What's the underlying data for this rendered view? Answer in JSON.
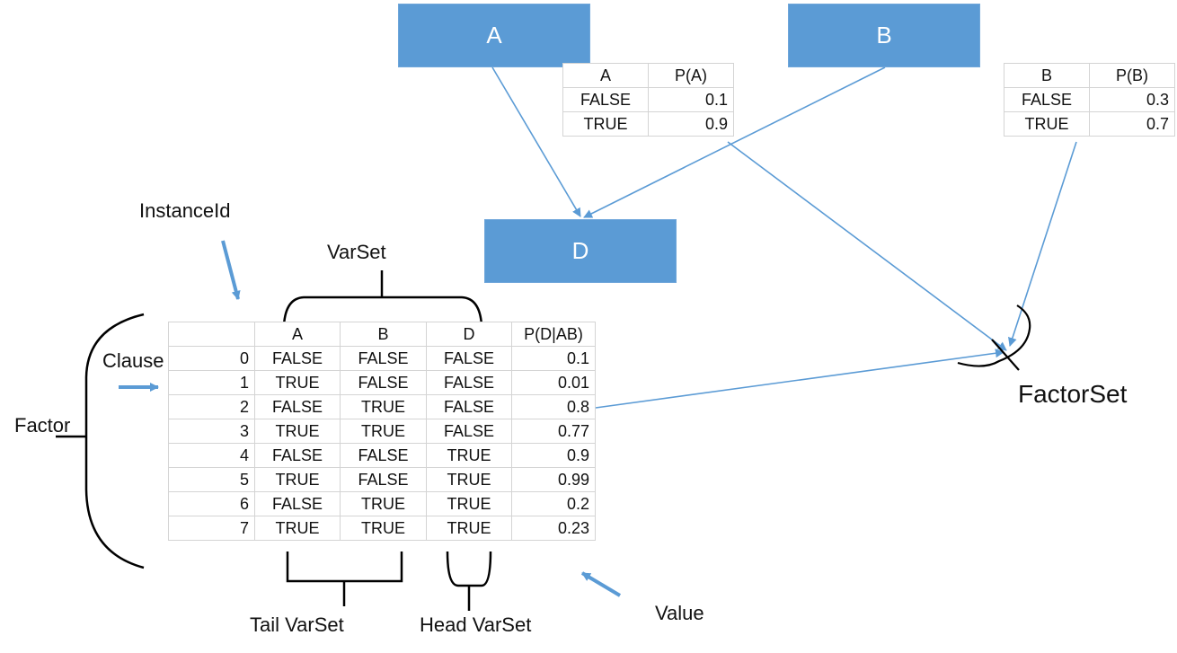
{
  "nodes": {
    "a": "A",
    "b": "B",
    "d": "D"
  },
  "table_a": {
    "headers": [
      "A",
      "P(A)"
    ],
    "rows": [
      [
        "FALSE",
        "0.1"
      ],
      [
        "TRUE",
        "0.9"
      ]
    ]
  },
  "table_b": {
    "headers": [
      "B",
      "P(B)"
    ],
    "rows": [
      [
        "FALSE",
        "0.3"
      ],
      [
        "TRUE",
        "0.7"
      ]
    ]
  },
  "factor_table": {
    "headers": [
      "",
      "A",
      "B",
      "D",
      "P(D|AB)"
    ],
    "rows": [
      [
        "0",
        "FALSE",
        "FALSE",
        "FALSE",
        "0.1"
      ],
      [
        "1",
        "TRUE",
        "FALSE",
        "FALSE",
        "0.01"
      ],
      [
        "2",
        "FALSE",
        "TRUE",
        "FALSE",
        "0.8"
      ],
      [
        "3",
        "TRUE",
        "TRUE",
        "FALSE",
        "0.77"
      ],
      [
        "4",
        "FALSE",
        "FALSE",
        "TRUE",
        "0.9"
      ],
      [
        "5",
        "TRUE",
        "FALSE",
        "TRUE",
        "0.99"
      ],
      [
        "6",
        "FALSE",
        "TRUE",
        "TRUE",
        "0.2"
      ],
      [
        "7",
        "TRUE",
        "TRUE",
        "TRUE",
        "0.23"
      ]
    ]
  },
  "labels": {
    "instance_id": "InstanceId",
    "varset": "VarSet",
    "clause": "Clause",
    "factor": "Factor",
    "factorset": "FactorSet",
    "tail_varset": "Tail VarSet",
    "head_varset": "Head VarSet",
    "value": "Value"
  },
  "colors": {
    "node_fill": "#5b9bd5",
    "arrow": "#5b9bd5",
    "grid_line": "#d4d4d4"
  }
}
